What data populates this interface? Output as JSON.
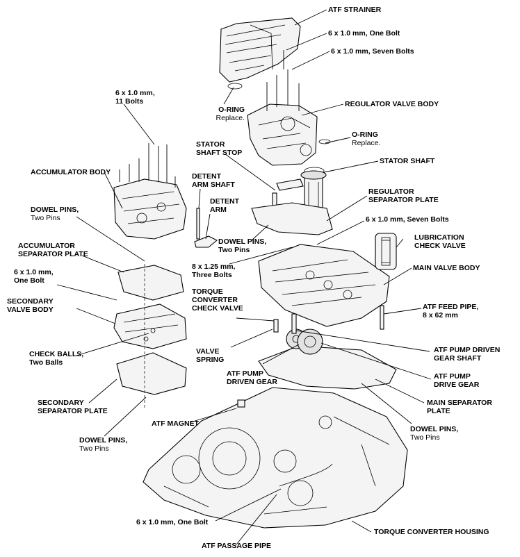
{
  "labels": {
    "atf_strainer": "ATF STRAINER",
    "bolt_one_top": {
      "title": "6 x 1.0 mm, One Bolt"
    },
    "bolt_seven_top": {
      "title": "6 x 1.0 mm, Seven Bolts"
    },
    "bolts_11": {
      "title": "6 x 1.0 mm,",
      "sub": "11 Bolts"
    },
    "oring_left": {
      "title": "O-RING",
      "sub": "Replace."
    },
    "regulator_valve_body": "REGULATOR VALVE BODY",
    "oring_right": {
      "title": "O-RING",
      "sub": "Replace."
    },
    "stator_shaft_stop": {
      "line1": "STATOR",
      "line2": "SHAFT STOP"
    },
    "stator_shaft": "STATOR SHAFT",
    "accumulator_body": "ACCUMULATOR BODY",
    "detent_arm_shaft": {
      "line1": "DETENT",
      "line2": "ARM SHAFT"
    },
    "detent_arm": {
      "line1": "DETENT",
      "line2": "ARM"
    },
    "regulator_separator_plate": {
      "line1": "REGULATOR",
      "line2": "SEPARATOR PLATE"
    },
    "dowel_pins_left": {
      "title": "DOWEL PINS,",
      "sub": "Two Pins"
    },
    "bolt_seven_mid": {
      "title": "6 x 1.0 mm, Seven Bolts"
    },
    "dowel_pins_mid": {
      "title": "DOWEL PINS,",
      "sub": "Two Pins"
    },
    "lubrication_check_valve": {
      "line1": "LUBRICATION",
      "line2": "CHECK VALVE"
    },
    "accumulator_separator_plate": {
      "line1": "ACCUMULATOR",
      "line2": "SEPARATOR PLATE"
    },
    "bolts_8": {
      "title": "8 x 1.25 mm,",
      "sub": "Three Bolts"
    },
    "main_valve_body": "MAIN VALVE BODY",
    "bolt_one_left": {
      "title": "6 x 1.0 mm,",
      "sub": "One Bolt"
    },
    "torque_converter_check_valve": {
      "line1": "TORQUE",
      "line2": "CONVERTER",
      "line3": "CHECK VALVE"
    },
    "secondary_valve_body": {
      "line1": "SECONDARY",
      "line2": "VALVE BODY"
    },
    "atf_feed_pipe": {
      "line1": "ATF FEED PIPE,",
      "line2": "8 x 62 mm"
    },
    "check_balls": {
      "title": "CHECK BALLS,",
      "sub": "Two Balls"
    },
    "valve_spring": {
      "line1": "VALVE",
      "line2": "SPRING"
    },
    "atf_pump_driven_gear_shaft": {
      "line1": "ATF PUMP DRIVEN",
      "line2": "GEAR SHAFT"
    },
    "atf_pump_driven_gear": {
      "line1": "ATF PUMP",
      "line2": "DRIVEN GEAR"
    },
    "atf_pump_drive_gear": {
      "line1": "ATF PUMP",
      "line2": "DRIVE GEAR"
    },
    "secondary_separator_plate": {
      "line1": "SECONDARY",
      "line2": "SEPARATOR PLATE"
    },
    "main_separator_plate": {
      "line1": "MAIN SEPARATOR",
      "line2": "PLATE"
    },
    "atf_magnet": "ATF MAGNET",
    "dowel_pins_low_left": {
      "title": "DOWEL PINS,",
      "sub": "Two Pins"
    },
    "dowel_pins_low_right": {
      "title": "DOWEL PINS,",
      "sub": "Two Pins"
    },
    "bolt_one_bottom": {
      "title": "6 x 1.0 mm, One Bolt"
    },
    "torque_converter_housing": "TORQUE CONVERTER HOUSING",
    "atf_passage_pipe": "ATF PASSAGE PIPE"
  }
}
